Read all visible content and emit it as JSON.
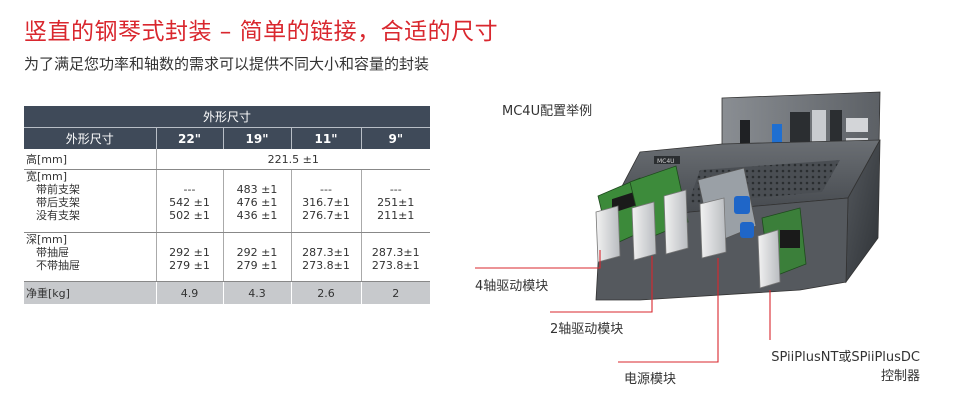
{
  "header": {
    "title": "竖直的钢琴式封装 – 简单的链接，合适的尺寸",
    "subtitle": "为了满足您功率和轴数的需求可以提供不同大小和容量的封装"
  },
  "table": {
    "group_header": "外形尺寸",
    "col_header": "外形尺寸",
    "sizes": [
      "22\"",
      "19\"",
      "11\"",
      "9\""
    ],
    "height": {
      "label": "高[mm]",
      "value": "221.5 ±1"
    },
    "width": {
      "label_lines": [
        "宽[mm]",
        "带前支架",
        "带后支架",
        "没有支架"
      ],
      "cols": [
        [
          "",
          "---",
          "542 ±1",
          "502 ±1"
        ],
        [
          "",
          "483 ±1",
          "476 ±1",
          "436 ±1"
        ],
        [
          "",
          "---",
          "316.7±1",
          "276.7±1"
        ],
        [
          "",
          "---",
          "251±1",
          "211±1"
        ]
      ]
    },
    "depth": {
      "label_lines": [
        "深[mm]",
        "带抽屉",
        "不带抽屉"
      ],
      "cols": [
        [
          "",
          "292 ±1",
          "279 ±1"
        ],
        [
          "",
          "292 ±1",
          "279 ±1"
        ],
        [
          "",
          "287.3±1",
          "273.8±1"
        ],
        [
          "",
          "287.3±1",
          "273.8±1"
        ]
      ]
    },
    "weight": {
      "label": "净重[kg]",
      "values": [
        "4.9",
        "4.3",
        "2.6",
        "2"
      ]
    }
  },
  "figure": {
    "config_label": "MC4U配置举例",
    "device_badge": "MC4U",
    "callouts": {
      "axis4": "4轴驱动模块",
      "axis2": "2轴驱动模块",
      "power": "电源模块",
      "controller_line1": "SPiiPlusNT或SPiiPlusDC",
      "controller_line2": "控制器"
    },
    "accent_color": "#d9272e"
  }
}
